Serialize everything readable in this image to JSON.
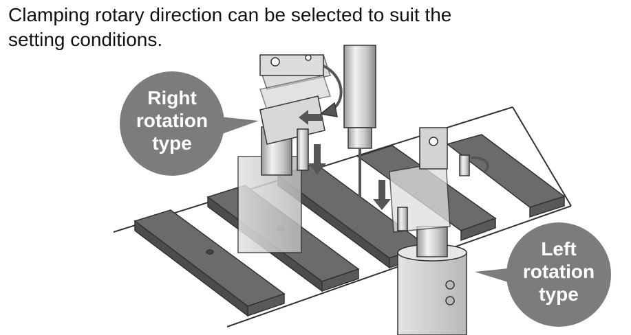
{
  "caption": {
    "line1": "Clamping rotary direction can be selected to suit the",
    "line2": "setting conditions."
  },
  "labels": {
    "right": {
      "line1": "Right",
      "line2": "rotation",
      "line3": "type"
    },
    "left": {
      "line1": "Left",
      "line2": "rotation",
      "line3": "type"
    }
  },
  "colors": {
    "bubble": "#7d7b7b",
    "bar": "#6d6b6a",
    "metal": "#d0d0d0",
    "outline": "#333333"
  }
}
